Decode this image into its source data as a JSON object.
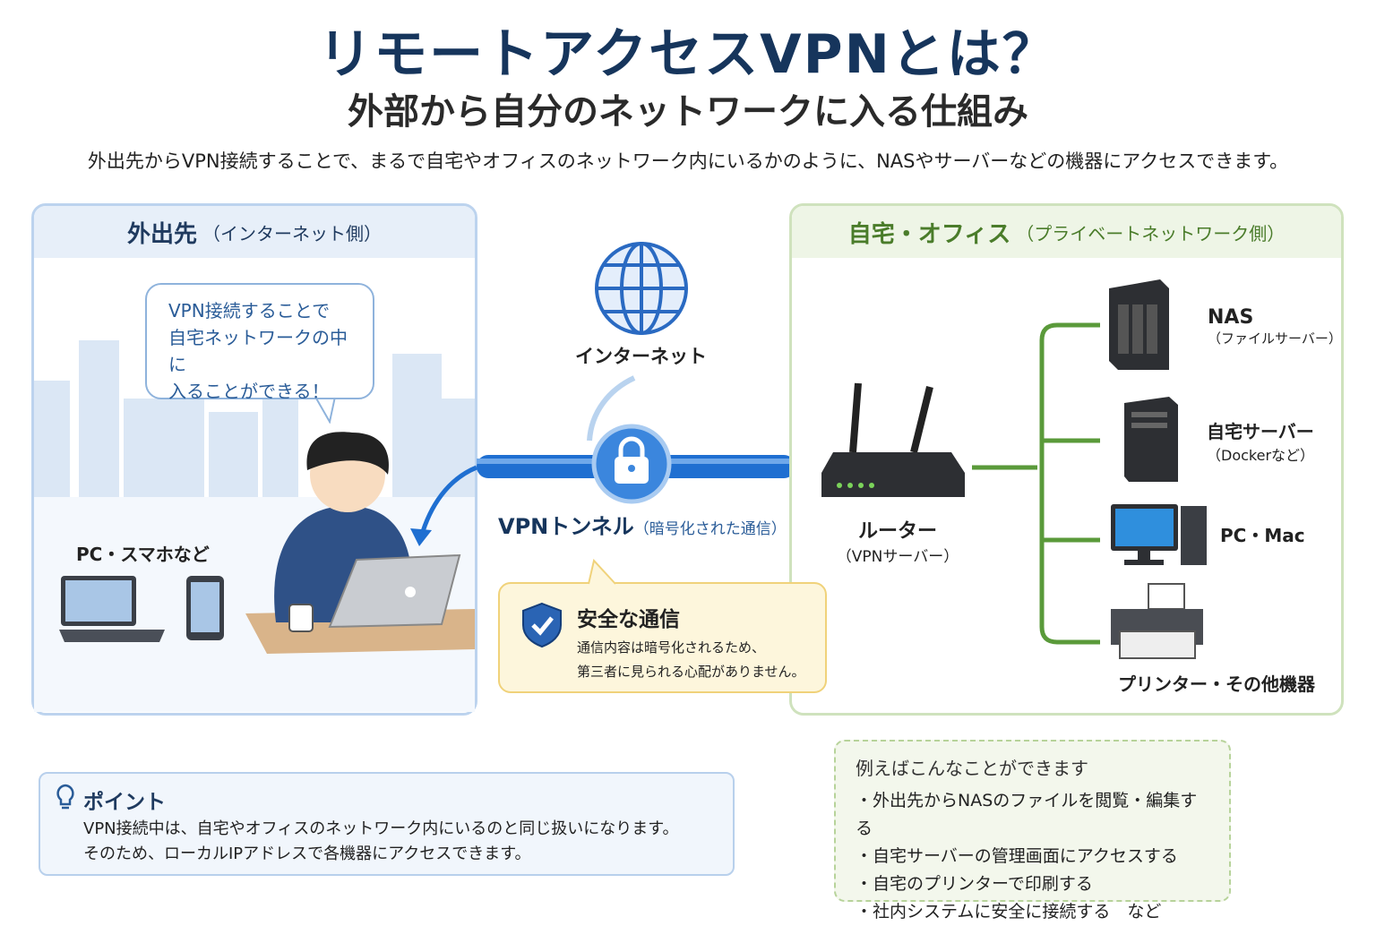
{
  "header": {
    "title": "リモートアクセスVPNとは？",
    "subtitle": "外部から自分のネットワークに入る仕組み",
    "description": "外出先からVPN接続することで、まるで自宅やオフィスのネットワーク内にいるかのように、NASやサーバーなどの機器にアクセスできます。"
  },
  "left_panel": {
    "title": "外出先",
    "title_sub": "（インターネット側）",
    "bubble_lines": [
      "VPN接続することで",
      "自宅ネットワークの中に",
      "入ることができる！"
    ],
    "devices_label": "PC・スマホなど"
  },
  "center": {
    "internet_label": "インターネット",
    "tunnel_label": "VPNトンネル",
    "tunnel_sub": "（暗号化された通信）",
    "secure_title": "安全な通信",
    "secure_lines": [
      "通信内容は暗号化されるため、",
      "第三者に見られる心配がありません。"
    ]
  },
  "right_panel": {
    "title": "自宅・オフィス",
    "title_sub": "（プライベートネットワーク側）",
    "router_label": "ルーター",
    "router_sub": "（VPNサーバー）",
    "devices": [
      {
        "label": "NAS",
        "sub": "（ファイルサーバー）",
        "icon": "nas-icon"
      },
      {
        "label": "自宅サーバー",
        "sub": "（Dockerなど）",
        "icon": "server-icon"
      },
      {
        "label": "PC・Mac",
        "sub": "",
        "icon": "desktop-pc-icon"
      },
      {
        "label": "プリンター・その他機器",
        "sub": "",
        "icon": "printer-icon"
      }
    ]
  },
  "point": {
    "title": "ポイント",
    "lines": [
      "VPN接続中は、自宅やオフィスのネットワーク内にいるのと同じ扱いになります。",
      "そのため、ローカルIPアドレスで各機器にアクセスできます。"
    ]
  },
  "examples": {
    "title": "例えばこんなことができます",
    "items": [
      "・外出先からNASのファイルを閲覧・編集する",
      "・自宅サーバーの管理画面にアクセスする",
      "・自宅のプリンターで印刷する",
      "・社内システムに安全に接続する　など"
    ]
  },
  "colors": {
    "title": "#16355c",
    "tunnel": "#1f6fd1",
    "network_green": "#5a9a3a",
    "secure_yellow": "#fdf6dc"
  }
}
